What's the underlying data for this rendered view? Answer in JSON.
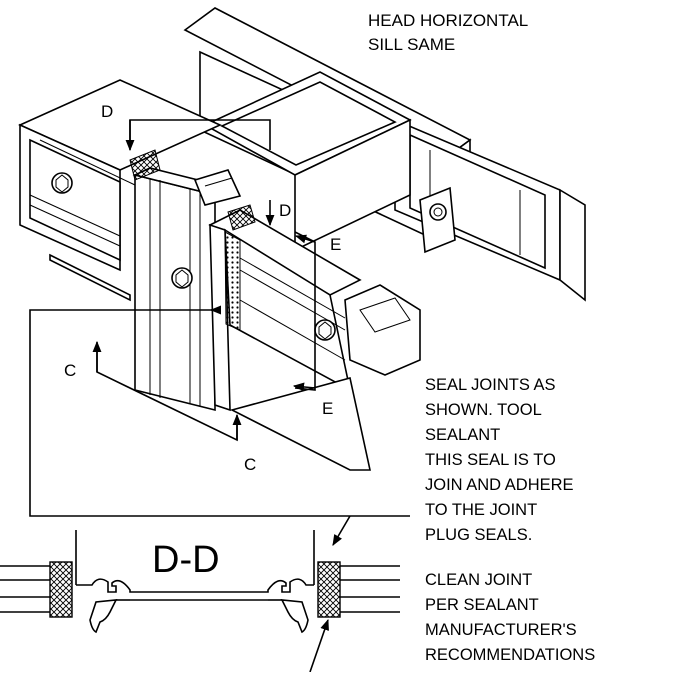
{
  "callouts": {
    "head_line1": "HEAD HORIZONTAL",
    "head_line2": "SILL SAME",
    "seal_lines": [
      "SEAL JOINTS AS",
      "SHOWN. TOOL",
      "SEALANT",
      "THIS SEAL IS TO",
      "JOIN AND ADHERE",
      "TO THE JOINT",
      "PLUG SEALS."
    ],
    "clean_lines": [
      "CLEAN JOINT",
      "PER SEALANT",
      "MANUFACTURER'S",
      "RECOMMENDATIONS"
    ]
  },
  "section_marks": {
    "d_top": "D",
    "d_mid": "D",
    "e_top": "E",
    "e_bottom": "E",
    "c_left": "C",
    "c_right": "C"
  },
  "section_title": "D-D"
}
